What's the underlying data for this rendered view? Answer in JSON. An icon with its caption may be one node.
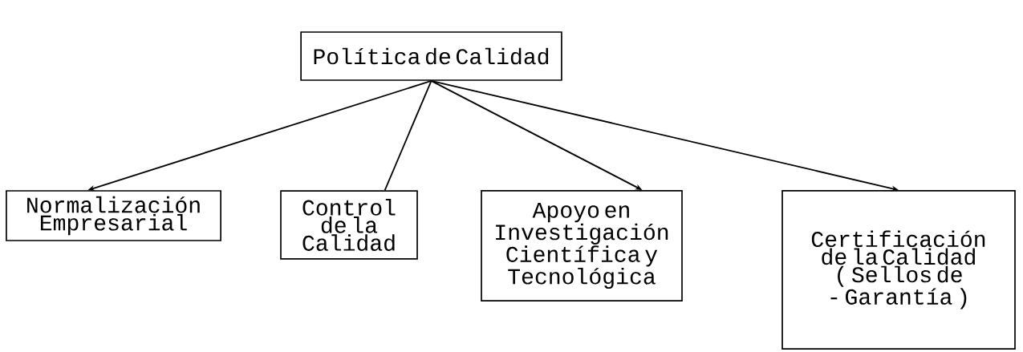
{
  "diagram": {
    "nodes": [
      {
        "text": [
          "Política de Calidad"
        ]
      },
      {
        "text": [
          "Normalización Empresarial"
        ]
      },
      {
        "text": [
          "Control de la Calidad"
        ]
      },
      {
        "text": [
          "Apoyo en Investigación Científica y Tecnológica"
        ]
      },
      {
        "text": [
          "Certificación de la Calidad ( Sellos de - Garantía )"
        ]
      }
    ],
    "edges": [
      {
        "from": 0,
        "to": 1,
        "arrow": "to"
      },
      {
        "from": 0,
        "to": 2,
        "arrow": "none"
      },
      {
        "from": 0,
        "to": 3,
        "arrow": "to"
      },
      {
        "from": 0,
        "to": 4,
        "arrow": "to"
      }
    ]
  }
}
